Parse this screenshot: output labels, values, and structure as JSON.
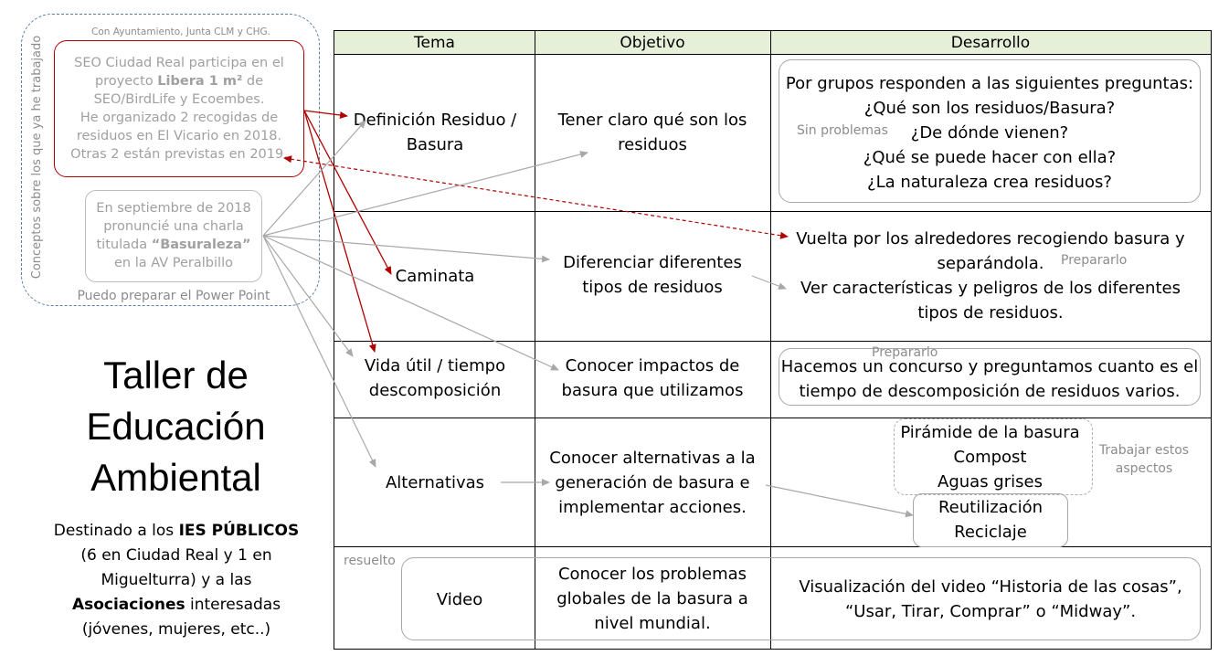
{
  "left": {
    "vertical_label": "Conceptos sobre los que ya he trabajado",
    "top_note": "Con Ayuntamiento, Junta CLM y CHG.",
    "seo_text": {
      "l1": "SEO Ciudad Real participa en el",
      "l2a": "proyecto ",
      "l2b": "Libera 1 m²",
      "l2c": " de",
      "l3": "SEO/BirdLife y Ecoembes.",
      "l4": "He organizado 2 recogidas de",
      "l5": "residuos en El Vicario en 2018.",
      "l6": "Otras 2 están previstas en 2019."
    },
    "charla_text": {
      "l1": "En septiembre de 2018",
      "l2": "pronuncié una charla",
      "l3a": "titulada ",
      "l3b": "“Basuraleza”",
      "l4": "en la AV Peralbillo"
    },
    "bottom_note": "Puedo preparar el Power Point",
    "title_l1": "Taller de",
    "title_l2": "Educación",
    "title_l3": "Ambiental",
    "dest": {
      "p1": "Destinado a los ",
      "b1": "IES PÚBLICOS",
      "p2": "(6 en Ciudad Real y 1 en",
      "p3": "Miguelturra) y a las",
      "b2": "Asociaciones",
      "p4": " interesadas",
      "p5": "(jóvenes, mujeres, etc..)"
    }
  },
  "table": {
    "headers": [
      "Tema",
      "Objetivo",
      "Desarrollo"
    ],
    "rows": [
      {
        "tema": [
          "Definición Residuo /",
          "Basura"
        ],
        "objetivo": [
          "Tener claro qué son los",
          "residuos"
        ],
        "desarrollo": [
          "Por grupos responden a las siguientes preguntas:",
          "¿Qué son los residuos/Basura?",
          "¿De dónde vienen?",
          "¿Qué se puede hacer con ella?",
          "¿La naturaleza crea residuos?"
        ]
      },
      {
        "tema": [
          "Caminata"
        ],
        "objetivo": [
          "Diferenciar diferentes",
          "tipos de residuos"
        ],
        "desarrollo": [
          "Vuelta por los alrededores recogiendo basura y",
          "separándola.",
          "Ver características y peligros de los diferentes",
          "tipos de residuos."
        ]
      },
      {
        "tema": [
          "Vida útil / tiempo",
          "descomposición"
        ],
        "objetivo": [
          "Conocer impactos de",
          "basura que utilizamos"
        ],
        "desarrollo": [
          "Hacemos un concurso y preguntamos cuanto es el",
          "tiempo de descomposición de residuos varios."
        ]
      },
      {
        "tema": [
          "Alternativas"
        ],
        "objetivo": [
          "Conocer alternativas a la",
          "generación de basura e",
          "implementar acciones."
        ],
        "desarrollo_a": [
          "Pirámide de la basura",
          "Compost",
          "Aguas grises"
        ],
        "desarrollo_b": [
          "Reutilización",
          "Reciclaje"
        ]
      },
      {
        "tema": [
          "Video"
        ],
        "objetivo": [
          "Conocer los problemas",
          "globales de la basura a",
          "nivel mundial."
        ],
        "desarrollo": [
          "Visualización del video “Historia de las cosas”,",
          "“Usar, Tirar, Comprar” o “Midway”."
        ]
      }
    ]
  },
  "notes": {
    "sin_problemas": "Sin problemas",
    "prepararlo_1": "Prepararlo",
    "prepararlo_2": "Prepararlo",
    "trabajar": [
      "Trabajar estos",
      "aspectos"
    ],
    "resuelto": "resuelto"
  },
  "colors": {
    "red_arrow": "#b00000",
    "gray_arrow": "#a8a8a8",
    "header_bg": "#e6efd8",
    "left_dashed": "#5a7fa5"
  }
}
